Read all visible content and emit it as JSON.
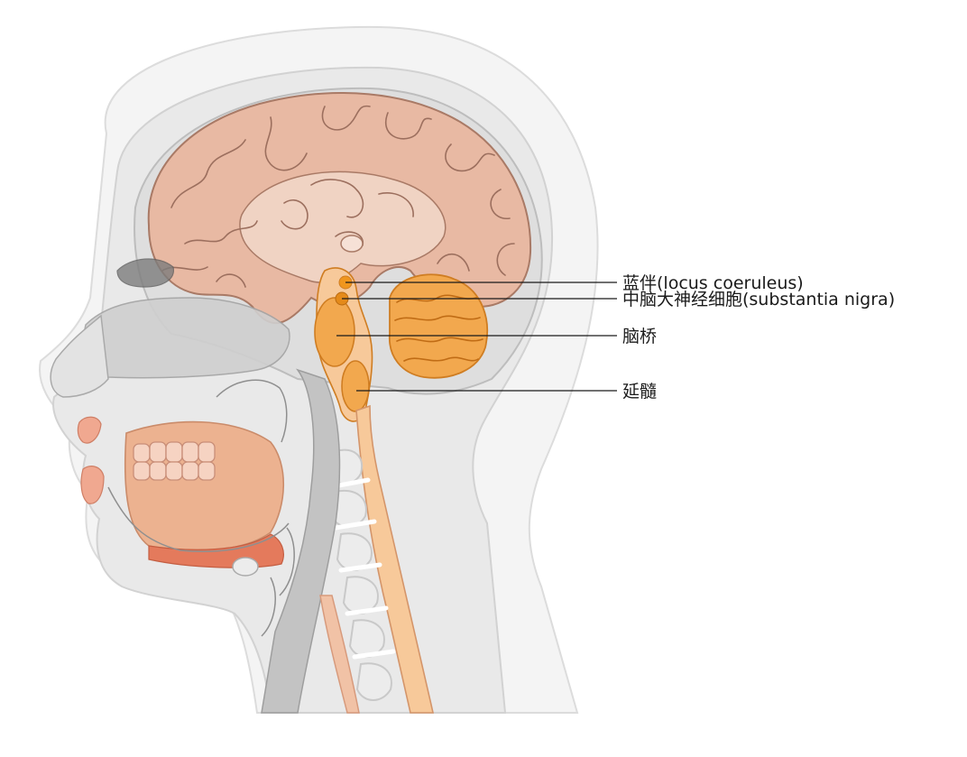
{
  "labels": [
    {
      "id": "locus-coeruleus",
      "text": "蓝伴(locus coeruleus)"
    },
    {
      "id": "substantia-nigra",
      "text": "中脑大神经细胞(substantia nigra)"
    },
    {
      "id": "pons",
      "text": "脑桥"
    },
    {
      "id": "medulla",
      "text": "延髓"
    }
  ],
  "colors": {
    "skin": "#e7e7e7",
    "skin_outline": "#cfcfcf",
    "cerebrum": "#e8b9a3",
    "cerebrum_inner": "#f0d3c3",
    "brainstem": "#f2a84e",
    "brainstem_light": "#f7c99a",
    "locus_coeruleus": "#f0961e",
    "tongue": "#edb08c",
    "throat_red": "#e47a5c",
    "bone_grey": "#c9c9c9",
    "airway": "#b9b9b9"
  }
}
